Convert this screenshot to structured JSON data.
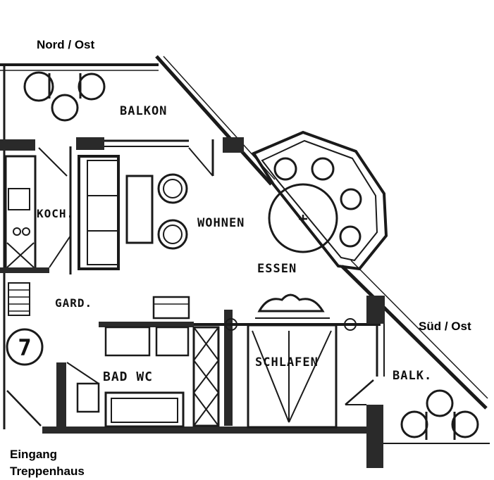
{
  "orientation": {
    "north_east": "Nord / Ost",
    "south_east": "Süd / Ost",
    "entrance_line1": "Eingang",
    "entrance_line2": "Treppenhaus"
  },
  "rooms": {
    "balcony_north": "BALKON",
    "kitchen": "KOCH.",
    "living": "WOHNEN",
    "dining": "ESSEN",
    "wardrobe": "GARD.",
    "bathroom": "BAD WC",
    "bedroom": "SCHLAFEN",
    "balcony_south": "BALK."
  },
  "apartment_number": "7"
}
